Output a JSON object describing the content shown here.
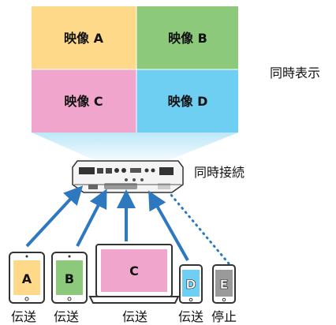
{
  "screen": {
    "tiles": [
      {
        "label": "映像 A",
        "color": "#ffd98a"
      },
      {
        "label": "映像 B",
        "color": "#8cc97a"
      },
      {
        "label": "映像 C",
        "color": "#f0a6cc"
      },
      {
        "label": "映像 D",
        "color": "#6fcff2"
      }
    ],
    "glow_color": "#b9e6f7"
  },
  "labels": {
    "simultaneous_display": "同時表示",
    "simultaneous_connection": "同時接続"
  },
  "devices": [
    {
      "letter": "A",
      "type": "tablet",
      "screen_color": "#ffd98a",
      "status": "伝送",
      "link": "solid"
    },
    {
      "letter": "B",
      "type": "tablet",
      "screen_color": "#8cc97a",
      "status": "伝送",
      "link": "solid"
    },
    {
      "letter": "C",
      "type": "laptop",
      "screen_color": "#f0a6cc",
      "status": "伝送",
      "link": "solid"
    },
    {
      "letter": "D",
      "type": "phone",
      "screen_color": "#6fcff2",
      "status": "伝送",
      "link": "solid"
    },
    {
      "letter": "E",
      "type": "phone",
      "screen_color": "#9a9a9a",
      "status": "停止",
      "link": "dotted"
    }
  ],
  "colors": {
    "arrow": "#2e78c0",
    "device_frame": "#333333",
    "projector_body": "#f4f4f4"
  }
}
